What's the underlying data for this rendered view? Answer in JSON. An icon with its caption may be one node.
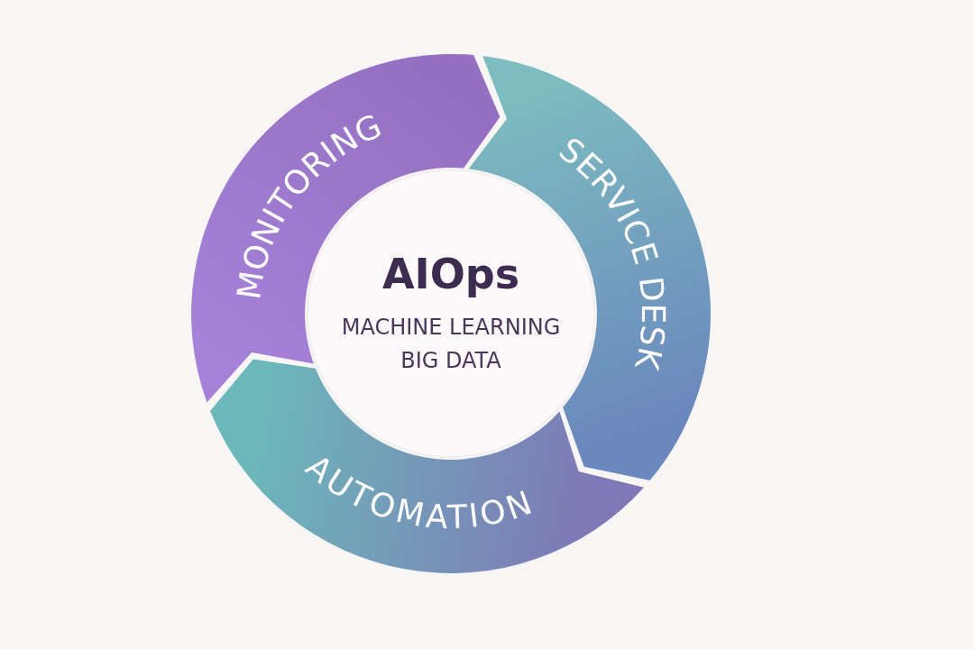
{
  "diagram": {
    "nodes": [
      {
        "text": [
          "AIOps",
          "MACHINE LEARNING",
          "BIG DATA"
        ]
      },
      {
        "text": [
          "MONITORING"
        ]
      },
      {
        "text": [
          "SERVICE DESK"
        ]
      },
      {
        "text": [
          "AUTOMATION"
        ]
      }
    ]
  }
}
